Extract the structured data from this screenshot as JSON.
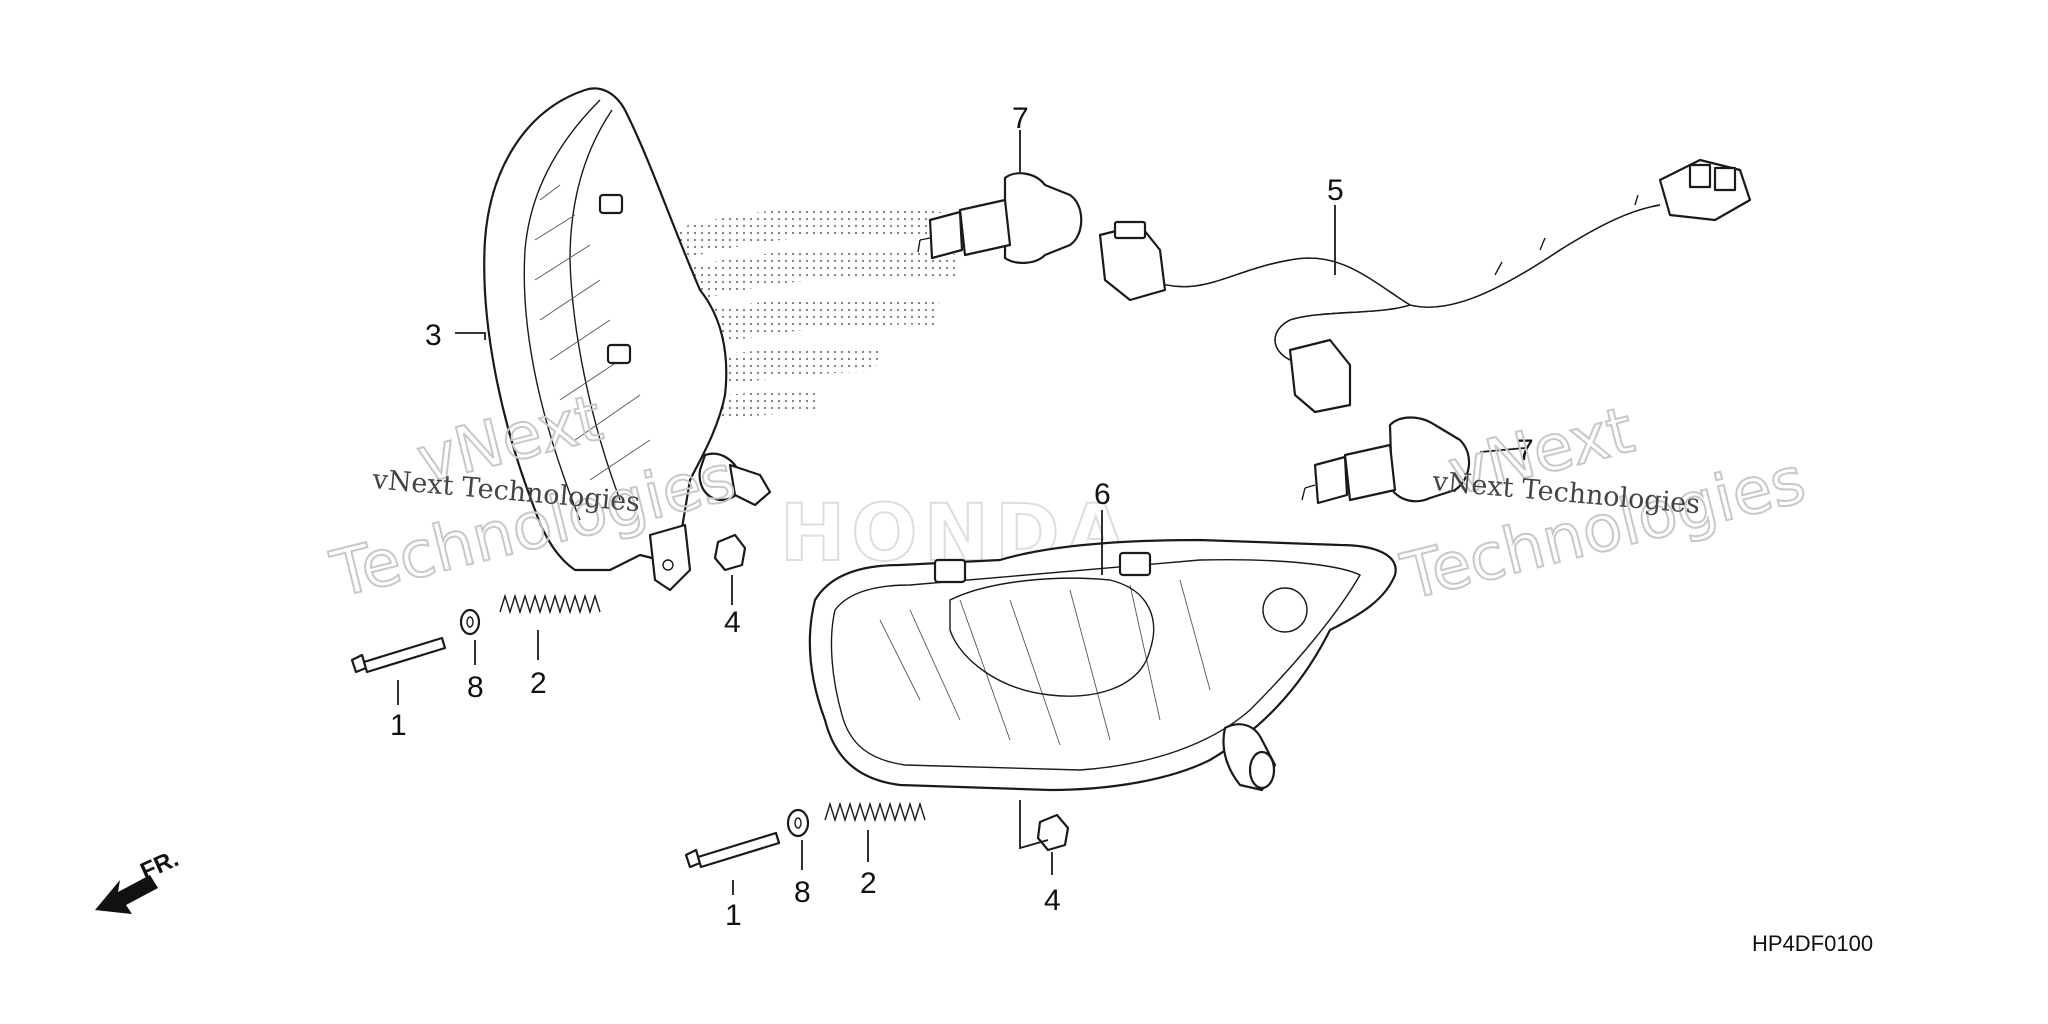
{
  "diagram": {
    "callouts": {
      "c1a": "1",
      "c1b": "1",
      "c2a": "2",
      "c2b": "2",
      "c3": "3",
      "c4a": "4",
      "c4b": "4",
      "c5": "5",
      "c6": "6",
      "c7a": "7",
      "c7b": "7",
      "c8a": "8",
      "c8b": "8"
    },
    "diagram_code": "HP4DF0100",
    "front_indicator": "FR.",
    "watermarks": {
      "big_left_line1": "vNext",
      "big_left_line2": "Technologies",
      "small_left": "vNext Technologies",
      "big_right_line1": "vNext",
      "big_right_line2": "Technologies",
      "small_right": "vNext Technologies"
    },
    "background_logo": "HONDA"
  }
}
